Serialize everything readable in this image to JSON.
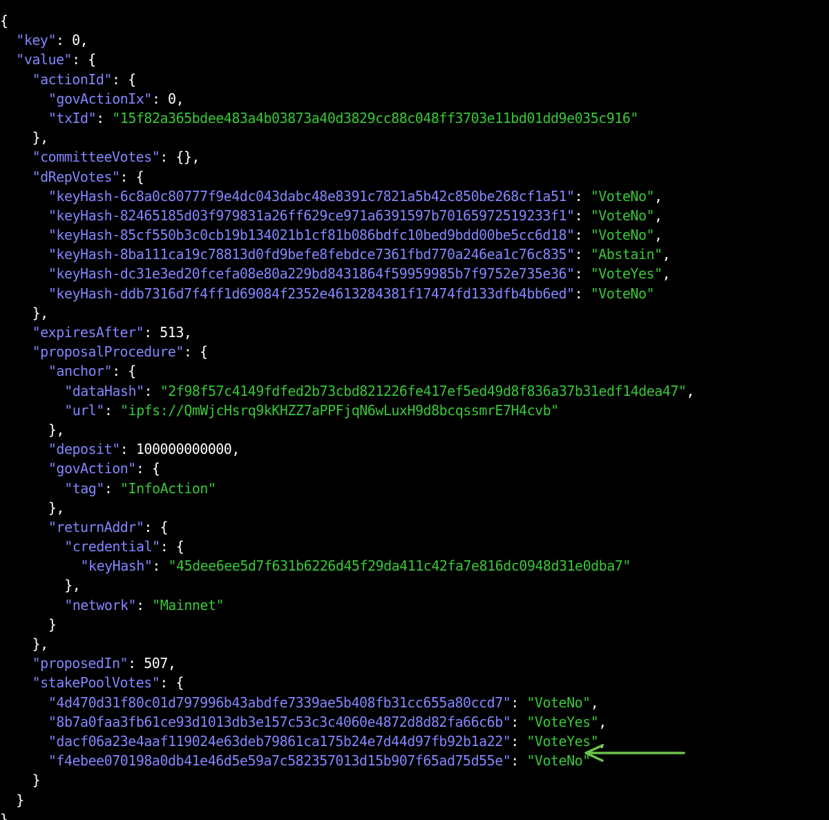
{
  "theme": {
    "background": "#000000",
    "key_color": "#8585ff",
    "string_color": "#37c837",
    "punctuation_color": "#ffffff",
    "arrow_color": "#6cc24a"
  },
  "annotation": {
    "icon": "arrow-left-icon",
    "points_to": "VoteNo"
  },
  "lines": [
    {
      "indent": 0,
      "parts": [
        {
          "t": "p",
          "v": "{"
        }
      ]
    },
    {
      "indent": 1,
      "parts": [
        {
          "t": "k",
          "v": "\"key\""
        },
        {
          "t": "p",
          "v": ": "
        },
        {
          "t": "n",
          "v": "0"
        },
        {
          "t": "p",
          "v": ","
        }
      ]
    },
    {
      "indent": 1,
      "parts": [
        {
          "t": "k",
          "v": "\"value\""
        },
        {
          "t": "p",
          "v": ": {"
        }
      ]
    },
    {
      "indent": 2,
      "parts": [
        {
          "t": "k",
          "v": "\"actionId\""
        },
        {
          "t": "p",
          "v": ": {"
        }
      ]
    },
    {
      "indent": 3,
      "parts": [
        {
          "t": "k",
          "v": "\"govActionIx\""
        },
        {
          "t": "p",
          "v": ": "
        },
        {
          "t": "n",
          "v": "0"
        },
        {
          "t": "p",
          "v": ","
        }
      ]
    },
    {
      "indent": 3,
      "parts": [
        {
          "t": "k",
          "v": "\"txId\""
        },
        {
          "t": "p",
          "v": ": "
        },
        {
          "t": "s",
          "v": "\"15f82a365bdee483a4b03873a40d3829cc88c048ff3703e11bd01dd9e035c916\""
        }
      ]
    },
    {
      "indent": 2,
      "parts": [
        {
          "t": "p",
          "v": "},"
        }
      ]
    },
    {
      "indent": 2,
      "parts": [
        {
          "t": "k",
          "v": "\"committeeVotes\""
        },
        {
          "t": "p",
          "v": ": {},"
        }
      ]
    },
    {
      "indent": 2,
      "parts": [
        {
          "t": "k",
          "v": "\"dRepVotes\""
        },
        {
          "t": "p",
          "v": ": {"
        }
      ]
    },
    {
      "indent": 3,
      "parts": [
        {
          "t": "k",
          "v": "\"keyHash-6c8a0c80777f9e4dc043dabc48e8391c7821a5b42c850be268cf1a51\""
        },
        {
          "t": "p",
          "v": ": "
        },
        {
          "t": "s",
          "v": "\"VoteNo\""
        },
        {
          "t": "p",
          "v": ","
        }
      ]
    },
    {
      "indent": 3,
      "parts": [
        {
          "t": "k",
          "v": "\"keyHash-82465185d03f979831a26ff629ce971a6391597b70165972519233f1\""
        },
        {
          "t": "p",
          "v": ": "
        },
        {
          "t": "s",
          "v": "\"VoteNo\""
        },
        {
          "t": "p",
          "v": ","
        }
      ]
    },
    {
      "indent": 3,
      "parts": [
        {
          "t": "k",
          "v": "\"keyHash-85cf550b3c0cb19b134021b1cf81b086bdfc10bed9bdd00be5cc6d18\""
        },
        {
          "t": "p",
          "v": ": "
        },
        {
          "t": "s",
          "v": "\"VoteNo\""
        },
        {
          "t": "p",
          "v": ","
        }
      ]
    },
    {
      "indent": 3,
      "parts": [
        {
          "t": "k",
          "v": "\"keyHash-8ba111ca19c78813d0fd9befe8febdce7361fbd770a246ea1c76c835\""
        },
        {
          "t": "p",
          "v": ": "
        },
        {
          "t": "s",
          "v": "\"Abstain\""
        },
        {
          "t": "p",
          "v": ","
        }
      ]
    },
    {
      "indent": 3,
      "parts": [
        {
          "t": "k",
          "v": "\"keyHash-dc31e3ed20fcefa08e80a229bd8431864f59959985b7f9752e735e36\""
        },
        {
          "t": "p",
          "v": ": "
        },
        {
          "t": "s",
          "v": "\"VoteYes\""
        },
        {
          "t": "p",
          "v": ","
        }
      ]
    },
    {
      "indent": 3,
      "parts": [
        {
          "t": "k",
          "v": "\"keyHash-ddb7316d7f4ff1d69084f2352e4613284381f17474fd133dfb4bb6ed\""
        },
        {
          "t": "p",
          "v": ": "
        },
        {
          "t": "s",
          "v": "\"VoteNo\""
        }
      ]
    },
    {
      "indent": 2,
      "parts": [
        {
          "t": "p",
          "v": "},"
        }
      ]
    },
    {
      "indent": 2,
      "parts": [
        {
          "t": "k",
          "v": "\"expiresAfter\""
        },
        {
          "t": "p",
          "v": ": "
        },
        {
          "t": "n",
          "v": "513"
        },
        {
          "t": "p",
          "v": ","
        }
      ]
    },
    {
      "indent": 2,
      "parts": [
        {
          "t": "k",
          "v": "\"proposalProcedure\""
        },
        {
          "t": "p",
          "v": ": {"
        }
      ]
    },
    {
      "indent": 3,
      "parts": [
        {
          "t": "k",
          "v": "\"anchor\""
        },
        {
          "t": "p",
          "v": ": {"
        }
      ]
    },
    {
      "indent": 4,
      "parts": [
        {
          "t": "k",
          "v": "\"dataHash\""
        },
        {
          "t": "p",
          "v": ": "
        },
        {
          "t": "s",
          "v": "\"2f98f57c4149fdfed2b73cbd821226fe417ef5ed49d8f836a37b31edf14dea47\""
        },
        {
          "t": "p",
          "v": ","
        }
      ]
    },
    {
      "indent": 4,
      "parts": [
        {
          "t": "k",
          "v": "\"url\""
        },
        {
          "t": "p",
          "v": ": "
        },
        {
          "t": "s",
          "v": "\"ipfs://QmWjcHsrq9kKHZZ7aPPFjqN6wLuxH9d8bcqssmrE7H4cvb\""
        }
      ]
    },
    {
      "indent": 3,
      "parts": [
        {
          "t": "p",
          "v": "},"
        }
      ]
    },
    {
      "indent": 3,
      "parts": [
        {
          "t": "k",
          "v": "\"deposit\""
        },
        {
          "t": "p",
          "v": ": "
        },
        {
          "t": "n",
          "v": "100000000000"
        },
        {
          "t": "p",
          "v": ","
        }
      ]
    },
    {
      "indent": 3,
      "parts": [
        {
          "t": "k",
          "v": "\"govAction\""
        },
        {
          "t": "p",
          "v": ": {"
        }
      ]
    },
    {
      "indent": 4,
      "parts": [
        {
          "t": "k",
          "v": "\"tag\""
        },
        {
          "t": "p",
          "v": ": "
        },
        {
          "t": "s",
          "v": "\"InfoAction\""
        }
      ]
    },
    {
      "indent": 3,
      "parts": [
        {
          "t": "p",
          "v": "},"
        }
      ]
    },
    {
      "indent": 3,
      "parts": [
        {
          "t": "k",
          "v": "\"returnAddr\""
        },
        {
          "t": "p",
          "v": ": {"
        }
      ]
    },
    {
      "indent": 4,
      "parts": [
        {
          "t": "k",
          "v": "\"credential\""
        },
        {
          "t": "p",
          "v": ": {"
        }
      ]
    },
    {
      "indent": 5,
      "parts": [
        {
          "t": "k",
          "v": "\"keyHash\""
        },
        {
          "t": "p",
          "v": ": "
        },
        {
          "t": "s",
          "v": "\"45dee6ee5d7f631b6226d45f29da411c42fa7e816dc0948d31e0dba7\""
        }
      ]
    },
    {
      "indent": 4,
      "parts": [
        {
          "t": "p",
          "v": "},"
        }
      ]
    },
    {
      "indent": 4,
      "parts": [
        {
          "t": "k",
          "v": "\"network\""
        },
        {
          "t": "p",
          "v": ": "
        },
        {
          "t": "s",
          "v": "\"Mainnet\""
        }
      ]
    },
    {
      "indent": 3,
      "parts": [
        {
          "t": "p",
          "v": "}"
        }
      ]
    },
    {
      "indent": 2,
      "parts": [
        {
          "t": "p",
          "v": "},"
        }
      ]
    },
    {
      "indent": 2,
      "parts": [
        {
          "t": "k",
          "v": "\"proposedIn\""
        },
        {
          "t": "p",
          "v": ": "
        },
        {
          "t": "n",
          "v": "507"
        },
        {
          "t": "p",
          "v": ","
        }
      ]
    },
    {
      "indent": 2,
      "parts": [
        {
          "t": "k",
          "v": "\"stakePoolVotes\""
        },
        {
          "t": "p",
          "v": ": {"
        }
      ]
    },
    {
      "indent": 3,
      "parts": [
        {
          "t": "k",
          "v": "\"4d470d31f80c01d797996b43abdfe7339ae5b408fb31cc655a80ccd7\""
        },
        {
          "t": "p",
          "v": ": "
        },
        {
          "t": "s",
          "v": "\"VoteNo\""
        },
        {
          "t": "p",
          "v": ","
        }
      ]
    },
    {
      "indent": 3,
      "parts": [
        {
          "t": "k",
          "v": "\"8b7a0faa3fb61ce93d1013db3e157c53c3c4060e4872d8d82fa66c6b\""
        },
        {
          "t": "p",
          "v": ": "
        },
        {
          "t": "s",
          "v": "\"VoteYes\""
        },
        {
          "t": "p",
          "v": ","
        }
      ]
    },
    {
      "indent": 3,
      "parts": [
        {
          "t": "k",
          "v": "\"dacf06a23e4aaf119024e63deb79861ca175b24e7d44d97fb92b1a22\""
        },
        {
          "t": "p",
          "v": ": "
        },
        {
          "t": "s",
          "v": "\"VoteYes\""
        },
        {
          "t": "p",
          "v": ","
        }
      ]
    },
    {
      "indent": 3,
      "parts": [
        {
          "t": "k",
          "v": "\"f4ebee070198a0db41e46d5e59a7c582357013d15b907f65ad75d55e\""
        },
        {
          "t": "p",
          "v": ": "
        },
        {
          "t": "s",
          "v": "\"VoteNo\""
        }
      ]
    },
    {
      "indent": 2,
      "parts": [
        {
          "t": "p",
          "v": "}"
        }
      ]
    },
    {
      "indent": 1,
      "parts": [
        {
          "t": "p",
          "v": "}"
        }
      ]
    },
    {
      "indent": 0,
      "parts": [
        {
          "t": "p",
          "v": "}"
        }
      ]
    }
  ]
}
